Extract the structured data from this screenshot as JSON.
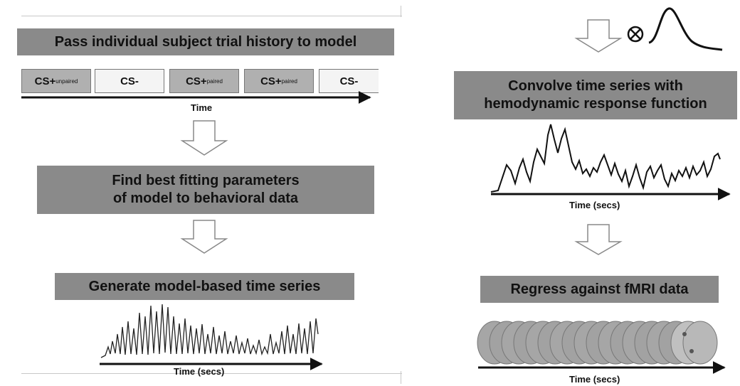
{
  "left": {
    "step1": "Pass individual subject trial history to model",
    "trials": [
      {
        "main": "CS+",
        "sub": "unpaired",
        "type": "plus"
      },
      {
        "main": "CS-",
        "sub": "",
        "type": "minus"
      },
      {
        "main": "CS+",
        "sub": "paired",
        "type": "plus"
      },
      {
        "main": "CS+",
        "sub": "paired",
        "type": "plus"
      },
      {
        "main": "CS-",
        "sub": "",
        "type": "minus"
      }
    ],
    "time_label": "Time",
    "step2_line1": "Find best fitting parameters",
    "step2_line2": "of model to behavioral data",
    "step3": "Generate model-based time series",
    "series_label": "Time (secs)"
  },
  "right": {
    "step4_line1": "Convolve time series with",
    "step4_line2": "hemodynamic response function",
    "series_label": "Time (secs)",
    "step5": "Regress against fMRI data",
    "brain_label": "Time (secs)"
  },
  "colors": {
    "box_fill": "#8a8a8a",
    "trial_dark": "#b0b0b0",
    "trial_light": "#f4f4f4",
    "ink": "#111111"
  }
}
